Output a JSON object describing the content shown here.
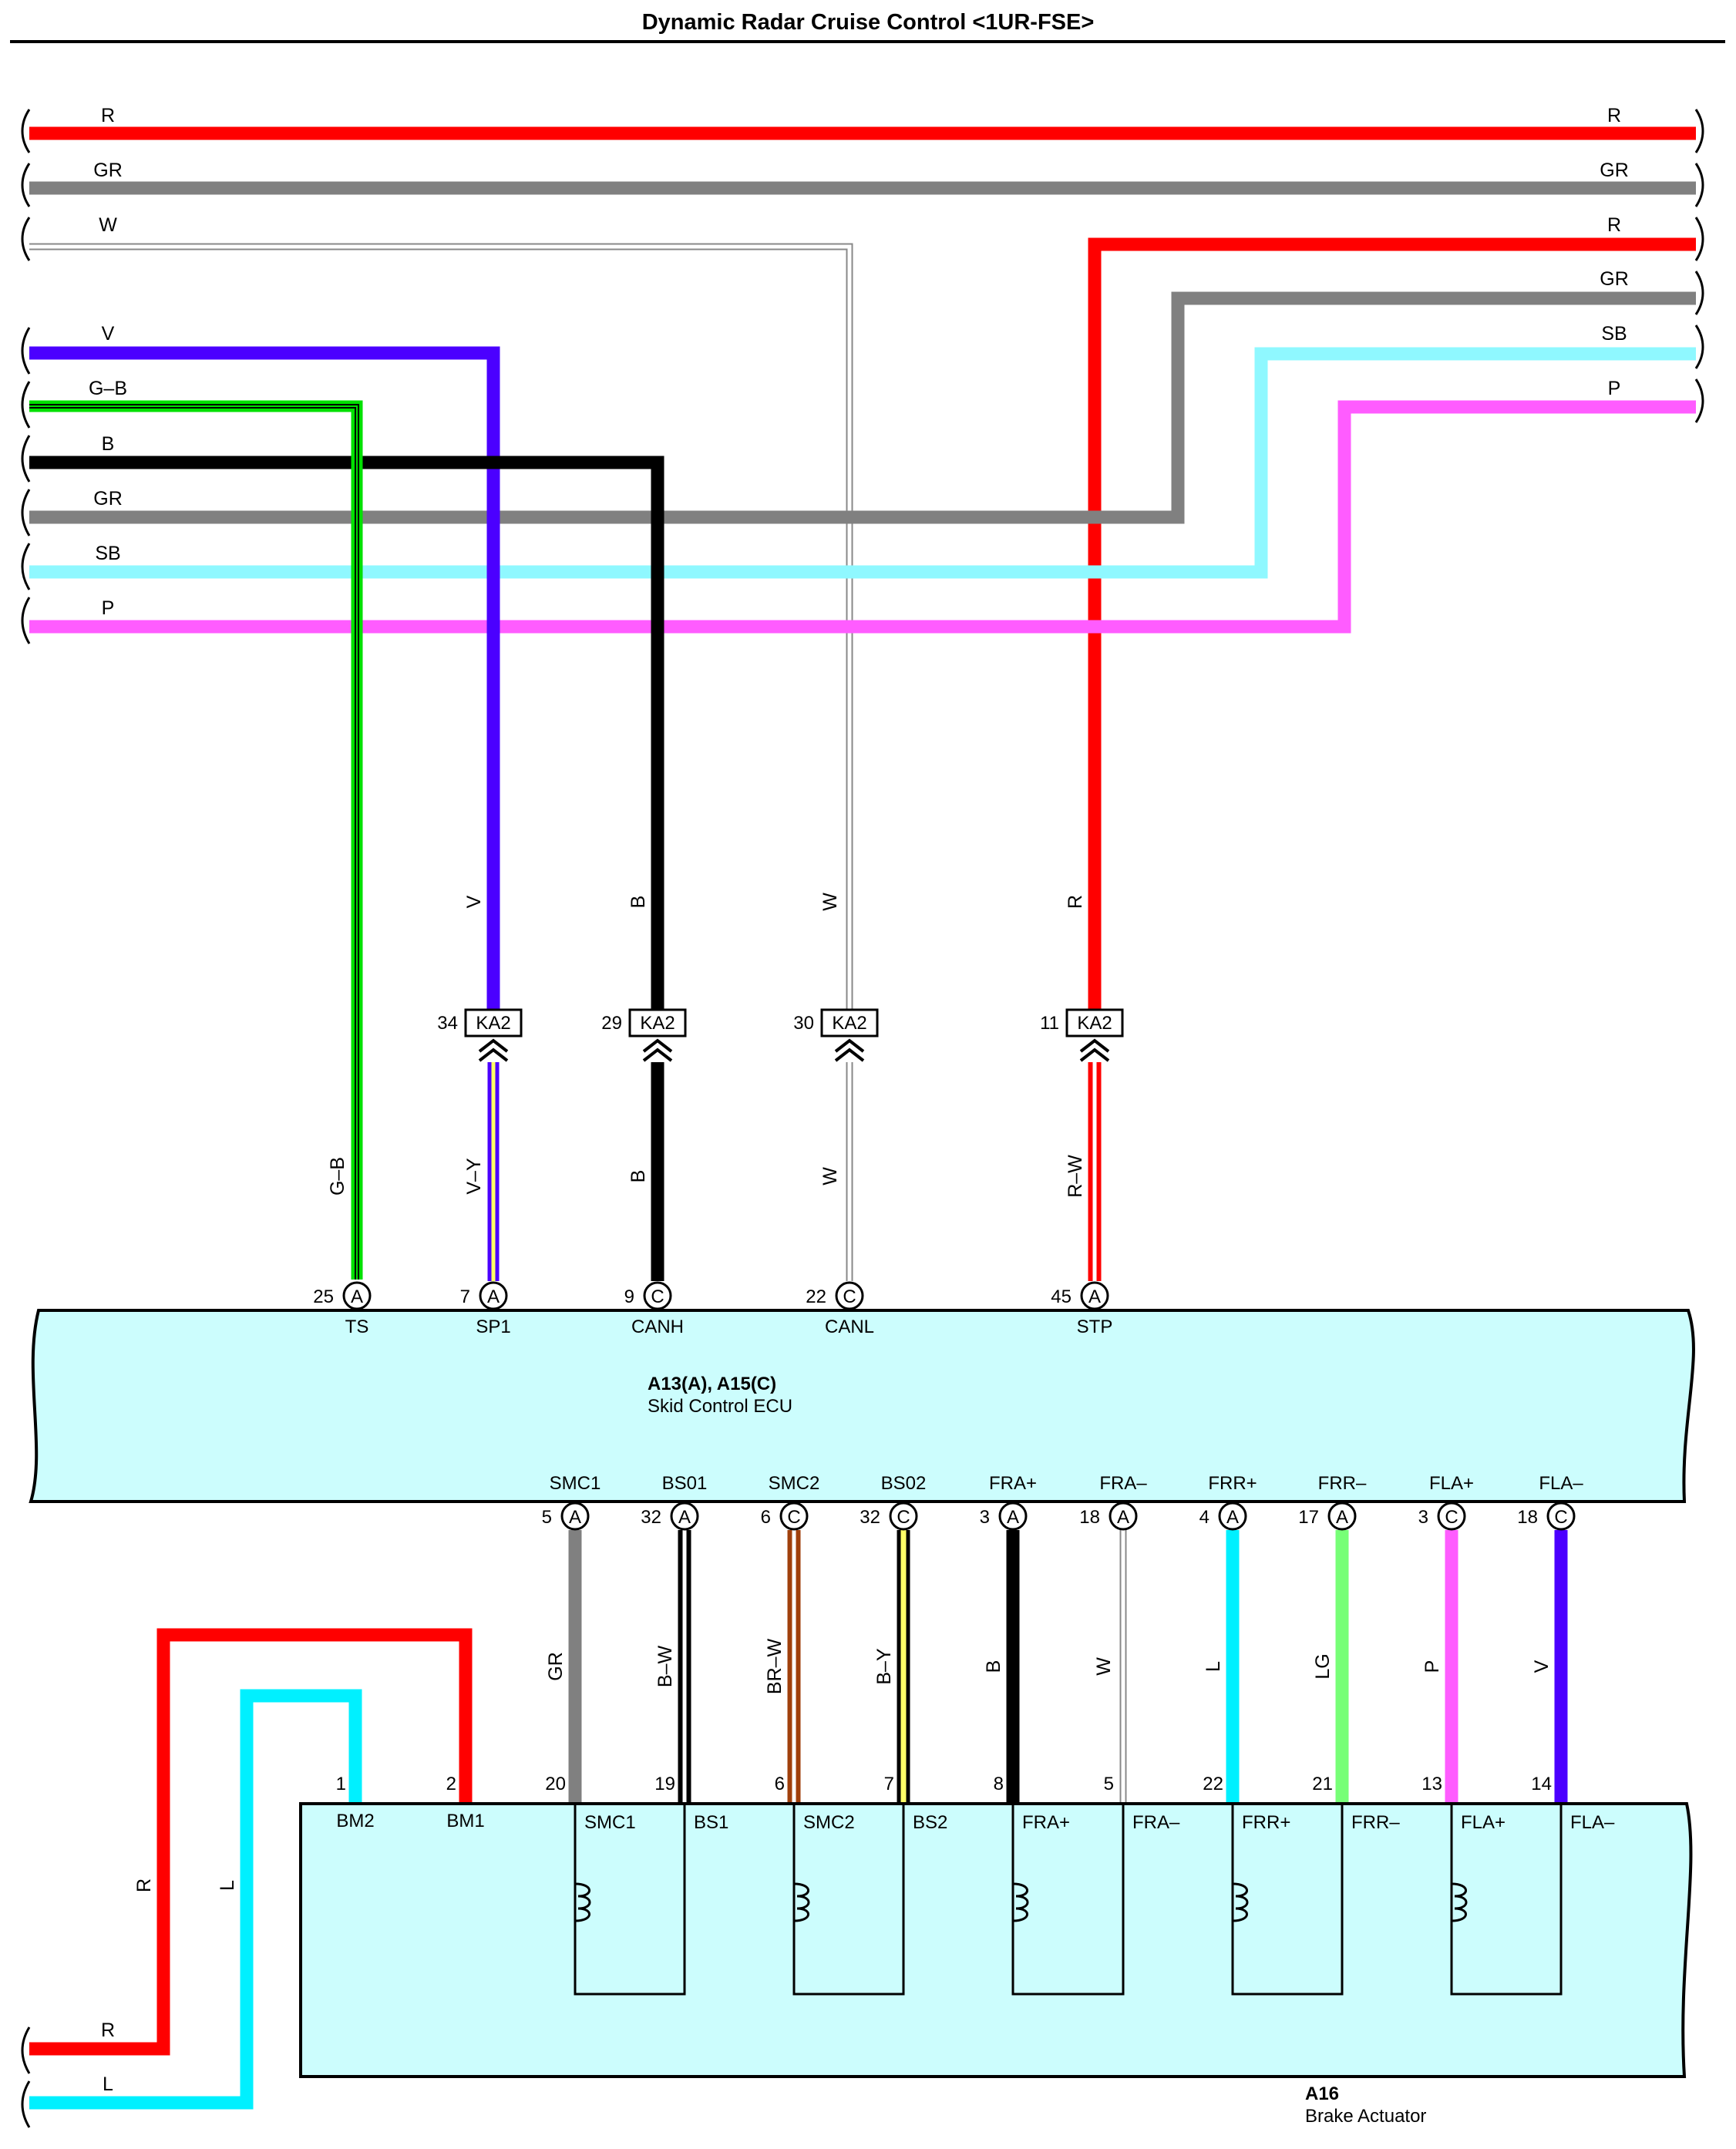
{
  "title": "Dynamic Radar Cruise Control <1UR-FSE>",
  "colors": {
    "R": "#ff0000",
    "GR": "#808080",
    "W": "#ffffff",
    "V": "#4b00ff",
    "G": "#00e000",
    "B": "#000000",
    "SB": "#8ff8ff",
    "P": "#ff5cff",
    "L": "#00f0ff",
    "LG": "#77ff77",
    "Y": "#ffff66",
    "BR": "#a0400c",
    "module": "#ccfdfd"
  },
  "left_wires": [
    {
      "label": "R"
    },
    {
      "label": "GR"
    },
    {
      "label": "W"
    },
    {
      "label": "V"
    },
    {
      "label": "G–B"
    },
    {
      "label": "B"
    },
    {
      "label": "GR"
    },
    {
      "label": "SB"
    },
    {
      "label": "P"
    }
  ],
  "right_wires": [
    {
      "label": "R"
    },
    {
      "label": "GR"
    },
    {
      "label": "R"
    },
    {
      "label": "GR"
    },
    {
      "label": "SB"
    },
    {
      "label": "P"
    }
  ],
  "drops": [
    {
      "upper": "V",
      "conn": "KA2",
      "conn_pin": "34",
      "lower": "V–Y",
      "ecu_pin": "7",
      "ecu_conn": "A",
      "ecu_term": "SP1"
    },
    {
      "upper": "B",
      "conn": "KA2",
      "conn_pin": "29",
      "lower": "B",
      "ecu_pin": "9",
      "ecu_conn": "C",
      "ecu_term": "CANH"
    },
    {
      "upper": "W",
      "conn": "KA2",
      "conn_pin": "30",
      "lower": "W",
      "ecu_pin": "22",
      "ecu_conn": "C",
      "ecu_term": "CANL"
    },
    {
      "upper": "R",
      "conn": "KA2",
      "conn_pin": "11",
      "lower": "R–W",
      "ecu_pin": "45",
      "ecu_conn": "A",
      "ecu_term": "STP"
    }
  ],
  "ts_wire": {
    "lower": "G–B",
    "ecu_pin": "25",
    "ecu_conn": "A",
    "ecu_term": "TS"
  },
  "ecu": {
    "id": "A13(A), A15(C)",
    "name": "Skid Control ECU"
  },
  "ecu_bottom": [
    {
      "term": "SMC1",
      "pin": "5",
      "conn": "A",
      "wire": "GR",
      "act_pin": "20"
    },
    {
      "term": "BS01",
      "pin": "32",
      "conn": "A",
      "wire": "B–W",
      "act_pin": "19"
    },
    {
      "term": "SMC2",
      "pin": "6",
      "conn": "C",
      "wire": "BR–W",
      "act_pin": "6"
    },
    {
      "term": "BS02",
      "pin": "32",
      "conn": "C",
      "wire": "B–Y",
      "act_pin": "7"
    },
    {
      "term": "FRA+",
      "pin": "3",
      "conn": "A",
      "wire": "B",
      "act_pin": "8"
    },
    {
      "term": "FRA–",
      "pin": "18",
      "conn": "A",
      "wire": "W",
      "act_pin": "5"
    },
    {
      "term": "FRR+",
      "pin": "4",
      "conn": "A",
      "wire": "L",
      "act_pin": "22"
    },
    {
      "term": "FRR–",
      "pin": "17",
      "conn": "A",
      "wire": "LG",
      "act_pin": "21"
    },
    {
      "term": "FLA+",
      "pin": "3",
      "conn": "C",
      "wire": "P",
      "act_pin": "13"
    },
    {
      "term": "FLA–",
      "pin": "18",
      "conn": "C",
      "wire": "V",
      "act_pin": "14"
    }
  ],
  "actuator": {
    "id": "A16",
    "name": "Brake Actuator",
    "bm2_pin": "1",
    "bm2": "BM2",
    "bm1_pin": "2",
    "bm1": "BM1",
    "terms": [
      "SMC1",
      "BS1",
      "SMC2",
      "BS2",
      "FRA+",
      "FRA–",
      "FRR+",
      "FRR–",
      "FLA+",
      "FLA–"
    ]
  },
  "bm_wires": {
    "r_vert": "R",
    "l_vert": "L",
    "r_bottom": "R",
    "l_bottom": "L"
  }
}
